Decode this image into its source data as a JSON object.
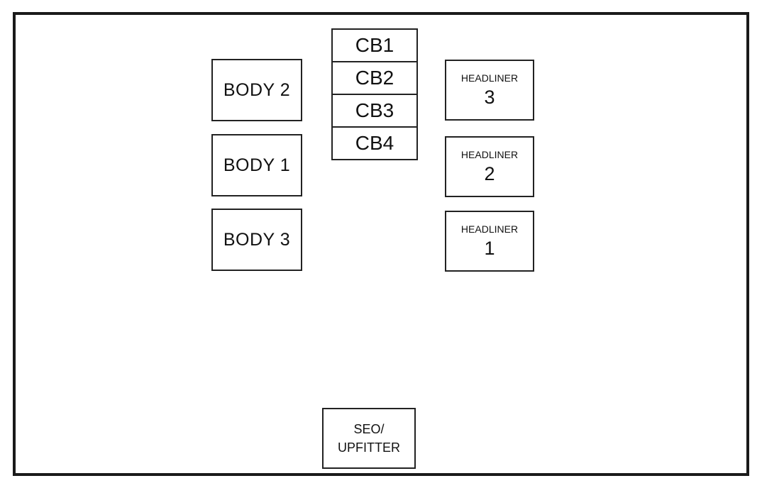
{
  "diagram": {
    "body_fuses": [
      "BODY 2",
      "BODY 1",
      "BODY 3"
    ],
    "circuit_breakers": [
      "CB1",
      "CB2",
      "CB3",
      "CB4"
    ],
    "headliner_fuses": [
      {
        "label": "HEADLINER",
        "number": "3"
      },
      {
        "label": "HEADLINER",
        "number": "2"
      },
      {
        "label": "HEADLINER",
        "number": "1"
      }
    ],
    "seo_upfitter": {
      "line1": "SEO/",
      "line2": "UPFITTER"
    }
  }
}
